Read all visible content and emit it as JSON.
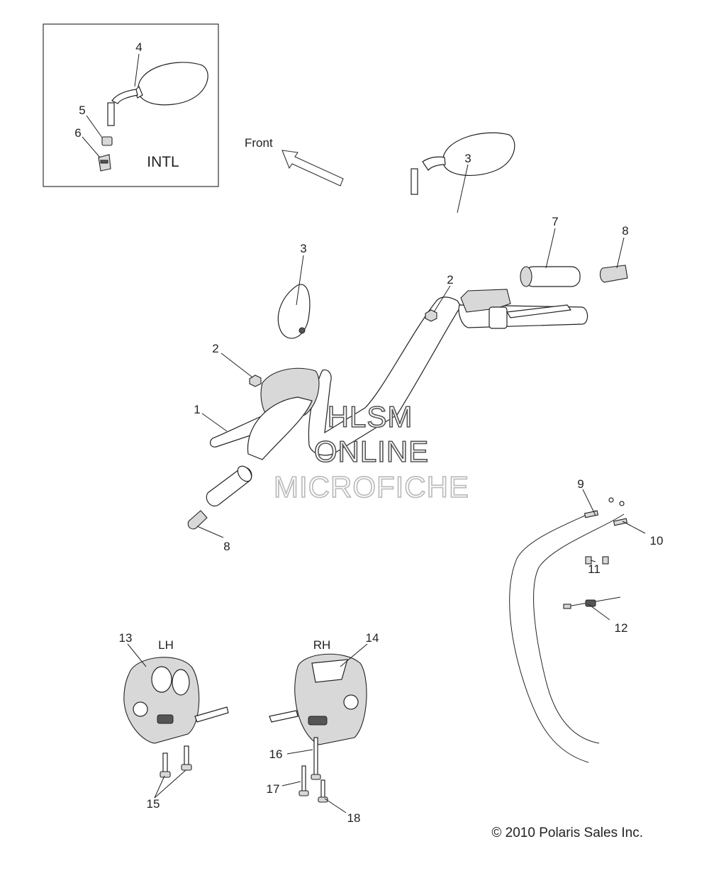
{
  "inset": {
    "label": "INTL",
    "callouts": [
      "4",
      "5",
      "6"
    ]
  },
  "front_label": "Front",
  "callouts": {
    "c1": "1",
    "c2a": "2",
    "c2b": "2",
    "c3a": "3",
    "c3b": "3",
    "c7": "7",
    "c8a": "8",
    "c8b": "8",
    "c9": "9",
    "c10": "10",
    "c11": "11",
    "c12": "12",
    "c13": "13",
    "c14": "14",
    "c15": "15",
    "c16": "16",
    "c17": "17",
    "c18": "18"
  },
  "side_labels": {
    "lh": "LH",
    "rh": "RH"
  },
  "watermark": {
    "line1": "HLSM",
    "line2": "ONLINE",
    "line3": "MICROFICHE"
  },
  "copyright": "© 2010 Polaris Sales Inc."
}
